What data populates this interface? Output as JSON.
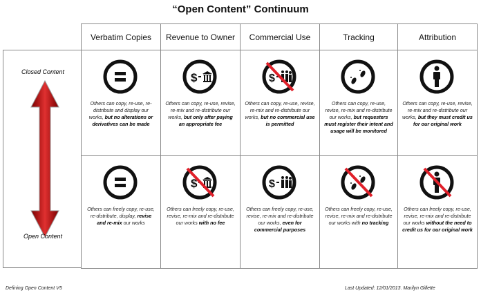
{
  "title": "“Open Content” Continuum",
  "columns": [
    "Verbatim Copies",
    "Revenue to Owner",
    "Commercial Use",
    "Tracking",
    "Attribution"
  ],
  "left": {
    "top_label": "Closed Content",
    "bottom_label": "Open Content"
  },
  "rows": [
    [
      {
        "icon": "no-derivatives-icon",
        "crossed": false,
        "text": "Others can copy, re-use, re-distribute and display our works, ",
        "bold": "but no alterations or derivatives can be made",
        "tail": ""
      },
      {
        "icon": "paid-icon",
        "crossed": false,
        "text": "Others can copy, re-use, revise, re-mix and re-distribute our works, ",
        "bold": "but only after paying an appropriate fee",
        "tail": ""
      },
      {
        "icon": "non-commercial-icon",
        "crossed": true,
        "text": "Others can copy, re-use, revise, re-mix and re-distribute our works, ",
        "bold": "but no commercial use is permitted",
        "tail": ""
      },
      {
        "icon": "tracking-footprints-icon",
        "crossed": false,
        "text": "Others can copy, re-use, revise, re-mix and re-distribute our works, ",
        "bold": "but requesters must register their intent and usage will be monitored",
        "tail": ""
      },
      {
        "icon": "attribution-icon",
        "crossed": false,
        "text": "Others can copy, re-use, revise, re-mix and re-distribute our works, ",
        "bold": "but they must credit us for our original work",
        "tail": ""
      }
    ],
    [
      {
        "icon": "equals-icon",
        "crossed": false,
        "text": "Others can freely copy, re-use, re-distribute, display, ",
        "bold": "revise and re-mix",
        "tail": "  our works"
      },
      {
        "icon": "paid-icon",
        "crossed": true,
        "text": "Others can freely copy, re-use, revise, re-mix and re-distribute our works ",
        "bold": "with no fee",
        "tail": ""
      },
      {
        "icon": "commercial-icon",
        "crossed": false,
        "text": "Others can freely copy, re-use, revise, re-mix and re-distribute our works, ",
        "bold": "even for commercial purposes",
        "tail": ""
      },
      {
        "icon": "tracking-footprints-icon",
        "crossed": true,
        "text": "Others can freely copy, re-use, revise, re-mix and re-distribute our works with ",
        "bold": "no tracking",
        "tail": ""
      },
      {
        "icon": "attribution-icon",
        "crossed": true,
        "text": "Others can freely copy, re-use, revise, re-mix and re-distribute our works ",
        "bold": "without the need to credit us for our original work",
        "tail": ""
      }
    ]
  ],
  "footer": {
    "left": "Defining Open Content V5",
    "right": "Last Updated:   12/01/2013.    Marilyn Gillette"
  },
  "colors": {
    "arrow": "#b01010",
    "cross": "#e0202a"
  }
}
